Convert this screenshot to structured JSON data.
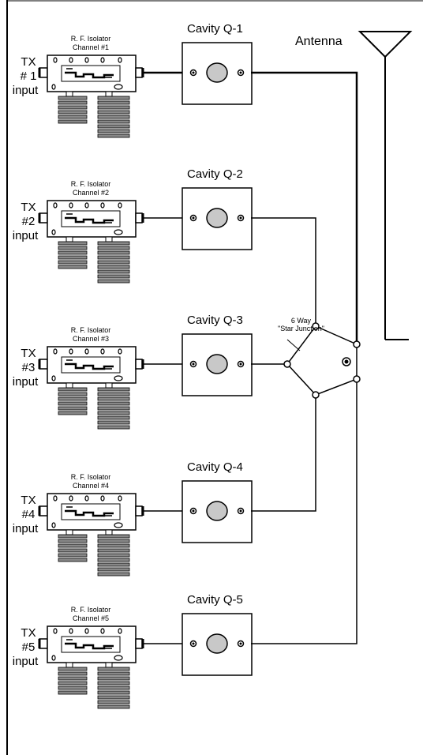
{
  "antenna_label": "Antenna",
  "star_junction": {
    "line1": "6 Way",
    "line2": "\"Star Junction\""
  },
  "channels": [
    {
      "cavity": "Cavity Q-1",
      "iso_line1": "R. F. Isolator",
      "iso_line2": "Channel #1",
      "tx": "TX",
      "num": "# 1",
      "input": "input"
    },
    {
      "cavity": "Cavity Q-2",
      "iso_line1": "R. F. Isolator",
      "iso_line2": "Channel #2",
      "tx": "TX",
      "num": "#2",
      "input": "input"
    },
    {
      "cavity": "Cavity Q-3",
      "iso_line1": "R. F. Isolator",
      "iso_line2": "Channel #3",
      "tx": "TX",
      "num": "#3",
      "input": "input"
    },
    {
      "cavity": "Cavity Q-4",
      "iso_line1": "R. F. Isolator",
      "iso_line2": "Channel #4",
      "tx": "TX",
      "num": "#4",
      "input": "input"
    },
    {
      "cavity": "Cavity Q-5",
      "iso_line1": "R. F. Isolator",
      "iso_line2": "Channel #5",
      "tx": "TX",
      "num": "#5",
      "input": "input"
    }
  ]
}
